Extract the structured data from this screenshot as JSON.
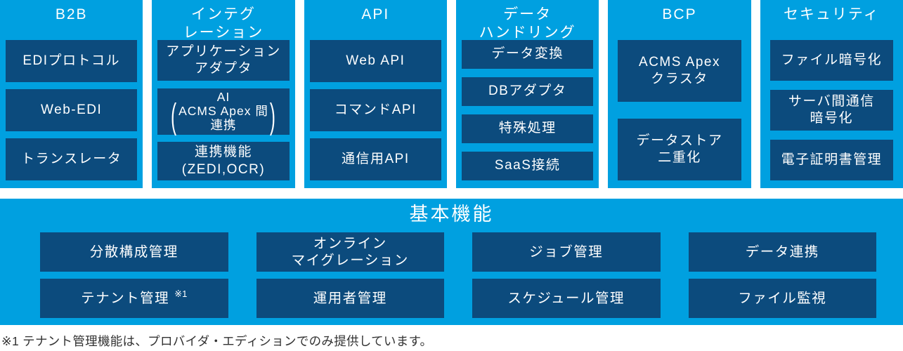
{
  "colors": {
    "accent_blue": "#00A0E0",
    "box_navy": "#0C4B7D",
    "text_white": "#FFFFFF",
    "footnote_text": "#333333"
  },
  "columns": [
    {
      "title": "B2B",
      "items": [
        {
          "label": "EDIプロトコル"
        },
        {
          "label": "Web-EDI"
        },
        {
          "label": "トランスレータ"
        }
      ]
    },
    {
      "title": "インテグ\nレーション",
      "items": [
        {
          "label": "アプリケーション\nアダプタ"
        },
        {
          "ai": {
            "line1": "AI",
            "paren_open": "(",
            "content": "ACMS Apex 間\n連携",
            "paren_close": ")"
          }
        },
        {
          "label": "連携機能\n(ZEDI,OCR)"
        }
      ]
    },
    {
      "title": "API",
      "items": [
        {
          "label": "Web API"
        },
        {
          "label": "コマンドAPI"
        },
        {
          "label": "通信用API"
        }
      ]
    },
    {
      "title": "データ\nハンドリング",
      "items": [
        {
          "label": "データ変換"
        },
        {
          "label": "DBアダプタ"
        },
        {
          "label": "特殊処理"
        },
        {
          "label": "SaaS接続"
        }
      ]
    },
    {
      "title": "BCP",
      "items": [
        {
          "label": "ACMS Apex\nクラスタ"
        },
        {
          "label": "データストア\n二重化"
        }
      ]
    },
    {
      "title": "セキュリティ",
      "items": [
        {
          "label": "ファイル暗号化"
        },
        {
          "label": "サーバ間通信\n暗号化"
        },
        {
          "label": "電子証明書管理"
        }
      ]
    }
  ],
  "base": {
    "title": "基本機能",
    "boxes": [
      {
        "label": "分散構成管理"
      },
      {
        "label": "オンライン\nマイグレーション"
      },
      {
        "label": "ジョブ管理"
      },
      {
        "label": "データ連携"
      },
      {
        "label": "テナント管理",
        "note": "※1"
      },
      {
        "label": "運用者管理"
      },
      {
        "label": "スケジュール管理"
      },
      {
        "label": "ファイル監視"
      }
    ]
  },
  "footnote": "※1 テナント管理機能は、プロバイダ・エディションでのみ提供しています。"
}
